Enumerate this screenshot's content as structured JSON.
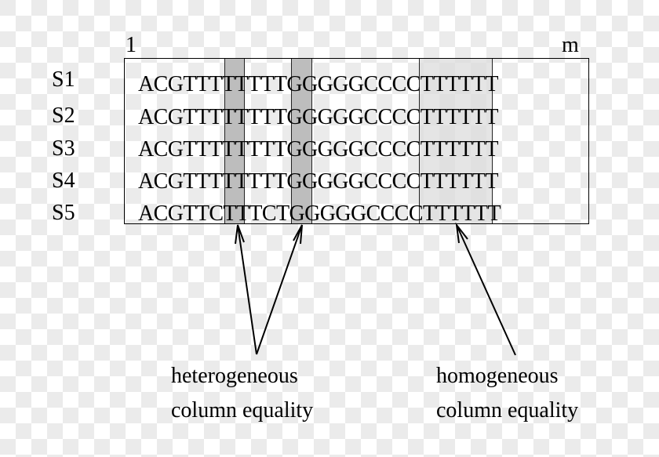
{
  "diagram": {
    "position_labels": {
      "start": "1",
      "end": "m"
    },
    "sequences": [
      {
        "label": "S1",
        "parts": [
          "ACGTT",
          "T",
          "TTT",
          "T",
          "TGGGGG",
          "CCCC",
          "TTTTTT"
        ]
      },
      {
        "label": "S2",
        "parts": [
          "ACGTT",
          "T",
          "TTT",
          "T",
          "TGGGGG",
          "CCCC",
          "TTTTTT"
        ]
      },
      {
        "label": "S3",
        "parts": [
          "ACGTT",
          "T",
          "TTT",
          "T",
          "TGGGGG",
          "CCCC",
          "TTTTTT"
        ]
      },
      {
        "label": "S4",
        "parts": [
          "ACGTT",
          "T",
          "TTT",
          "T",
          "TGGGGG",
          "CCCC",
          "TTTTTT"
        ]
      },
      {
        "label": "S5",
        "parts": [
          "ACGTT",
          "C",
          "TTT",
          "C",
          "TGGGGG",
          "CCCC",
          "TTTTTT"
        ]
      }
    ],
    "annotations": {
      "heterogeneous": {
        "line1": "heterogeneous",
        "line2": "column equality"
      },
      "homogeneous": {
        "line1": "homogeneous",
        "line2": "column equality"
      }
    },
    "colors": {
      "heterogeneous_fill": "#bdbdbd",
      "homogeneous_fill": "#e4e4e4",
      "checker_gray": "#ebebeb"
    }
  }
}
